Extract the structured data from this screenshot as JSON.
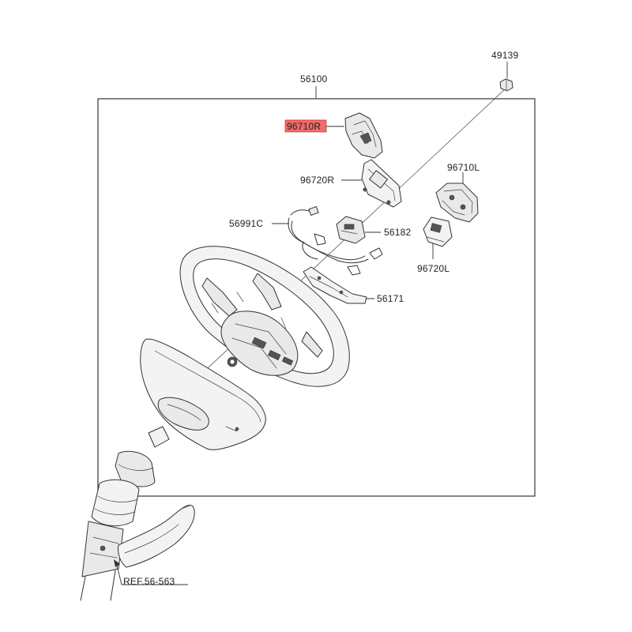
{
  "diagram": {
    "part_numbers": {
      "assembly": "56100",
      "nut": "49139",
      "switch_right": "96710R",
      "switch_right_mount": "96720R",
      "switch_left": "96710L",
      "switch_left_mount": "96720L",
      "wiring": "56991C",
      "damper": "56182",
      "bracket": "56171",
      "reference": "REF.56-563"
    },
    "highlighted_part": "96710R",
    "colors": {
      "highlight": "#f26a6a",
      "line": "#333333",
      "part_fill": "#e9e9e9"
    }
  }
}
